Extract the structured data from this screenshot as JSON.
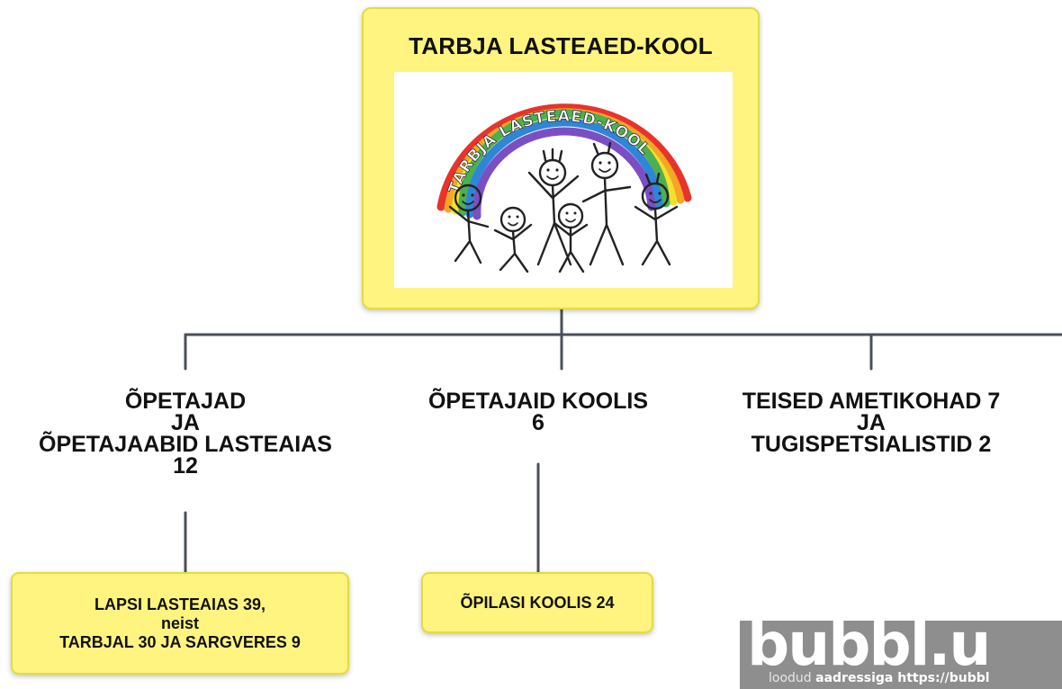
{
  "root": {
    "title": "TARBJA LASTEAED-KOOL",
    "logo_text": "TARBJA LASTEAED-KOOL"
  },
  "branches": [
    {
      "lines": [
        "ÕPETAJAD",
        "JA",
        "ÕPETAJAABID LASTEAIAS",
        "12"
      ],
      "child": "LAPSI LASTEAIAS 39,\nneist\nTARBJAL 30 JA SARGVERES 9"
    },
    {
      "lines": [
        "ÕPETAJAID KOOLIS",
        "6"
      ],
      "child": "ÕPILASI KOOLIS 24"
    },
    {
      "lines": [
        "TEISED AMETIKOHAD 7",
        "JA",
        "TUGISPETSIALISTID 2"
      ]
    }
  ],
  "watermark": {
    "brand": "bubbl.u",
    "credit_prefix": "loodud ",
    "credit_bold": "aadressiga https://bubbl"
  },
  "colors": {
    "node_fill": "#fff480",
    "node_border": "#e6db3a",
    "connector": "#4a4f5a",
    "watermark_bg": "#8e8e8e"
  }
}
